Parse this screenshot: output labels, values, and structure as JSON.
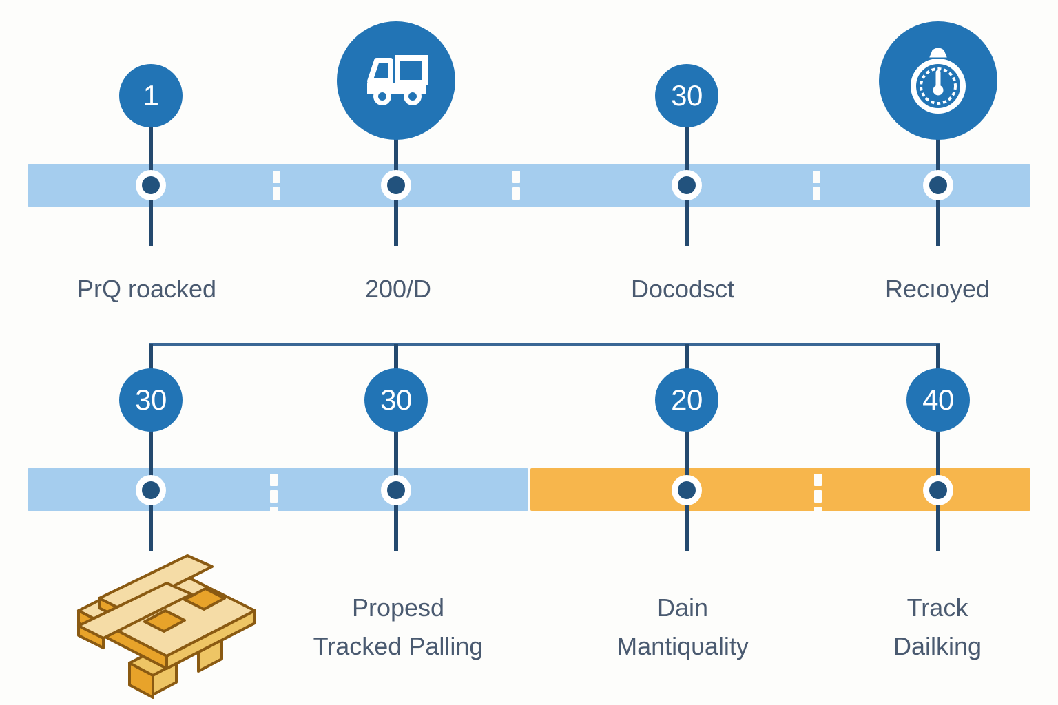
{
  "colors": {
    "background": "#fdfdfb",
    "bubble_blue": "#2274b5",
    "bar_blue": "#a5cdee",
    "bar_orange": "#f7b64c",
    "stem_navy": "#24496e",
    "dot_navy": "#22527d",
    "label_text": "#4a5a70",
    "bracket": "#3a6795",
    "pallet_wood_light": "#f5dca6",
    "pallet_wood_mid": "#eec565",
    "pallet_wood_dark": "#e8a32a",
    "pallet_outline": "#8a5a12"
  },
  "chart_data": {
    "type": "timeline",
    "title": "",
    "rows": [
      {
        "name": "top-timeline",
        "bar_segments": [
          {
            "color": "#a5cdee",
            "label": ""
          },
          {
            "color": "#a5cdee",
            "label": ""
          },
          {
            "color": "#a5cdee",
            "label": ""
          },
          {
            "color": "#a5cdee",
            "label": ""
          }
        ],
        "nodes": [
          {
            "badge": "1",
            "icon": "",
            "label": "PrQ roacked"
          },
          {
            "badge": "",
            "icon": "truck-icon",
            "label": "200/D"
          },
          {
            "badge": "30",
            "icon": "",
            "label": "Docodsct"
          },
          {
            "badge": "",
            "icon": "stopwatch-icon",
            "label": "Recıoyed"
          }
        ]
      },
      {
        "name": "bottom-timeline",
        "bar_segments": [
          {
            "color": "#a5cdee",
            "label": ""
          },
          {
            "color": "#a5cdee",
            "label": ""
          },
          {
            "color": "#f7b64c",
            "label": ""
          },
          {
            "color": "#f7b64c",
            "label": ""
          }
        ],
        "nodes": [
          {
            "badge": "30",
            "icon": "pallet-illustration",
            "label_line1": "",
            "label_line2": ""
          },
          {
            "badge": "30",
            "icon": "",
            "label_line1": "Propesd",
            "label_line2": "Tracked Palling"
          },
          {
            "badge": "20",
            "icon": "",
            "label_line1": "Dain",
            "label_line2": "Mantiqυality"
          },
          {
            "badge": "40",
            "icon": "",
            "label_line1": "Track",
            "label_line2": "Dailking"
          }
        ]
      }
    ]
  },
  "top_row": {
    "nodes": [
      {
        "badge": "1",
        "label": "PrQ roacked"
      },
      {
        "badge": "",
        "label": "200/D"
      },
      {
        "badge": "30",
        "label": "Docodsct"
      },
      {
        "badge": "",
        "label": "Recıoyed"
      }
    ]
  },
  "bottom_row": {
    "nodes": [
      {
        "badge": "30",
        "line1": "",
        "line2": ""
      },
      {
        "badge": "30",
        "line1": "Propesd",
        "line2": "Tracked Palling"
      },
      {
        "badge": "20",
        "line1": "Dain",
        "line2": "Mantiqυality"
      },
      {
        "badge": "40",
        "line1": "Track",
        "line2": "Dailking"
      }
    ]
  }
}
